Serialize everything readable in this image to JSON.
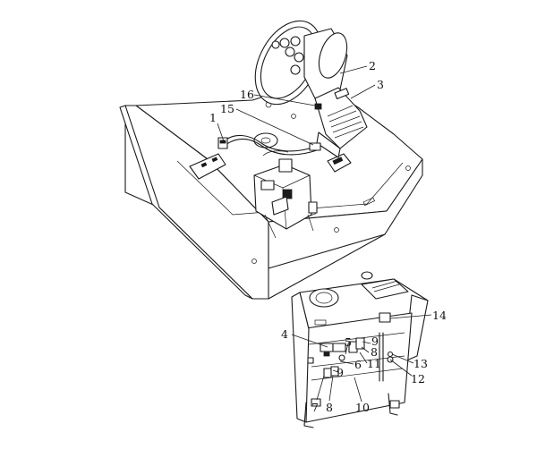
{
  "callouts": [
    {
      "id": "c1",
      "text": "1"
    },
    {
      "id": "c2",
      "text": "2"
    },
    {
      "id": "c3",
      "text": "3"
    },
    {
      "id": "c4",
      "text": "4"
    },
    {
      "id": "c5",
      "text": "5"
    },
    {
      "id": "c6",
      "text": "6"
    },
    {
      "id": "c7",
      "text": "7"
    },
    {
      "id": "c8a",
      "text": "8"
    },
    {
      "id": "c8b",
      "text": "8"
    },
    {
      "id": "c9a",
      "text": "9"
    },
    {
      "id": "c9b",
      "text": "9"
    },
    {
      "id": "c10",
      "text": "10"
    },
    {
      "id": "c11",
      "text": "11"
    },
    {
      "id": "c12",
      "text": "12"
    },
    {
      "id": "c13",
      "text": "13"
    },
    {
      "id": "c14",
      "text": "14"
    },
    {
      "id": "c15",
      "text": "15"
    },
    {
      "id": "c16",
      "text": "16"
    }
  ]
}
